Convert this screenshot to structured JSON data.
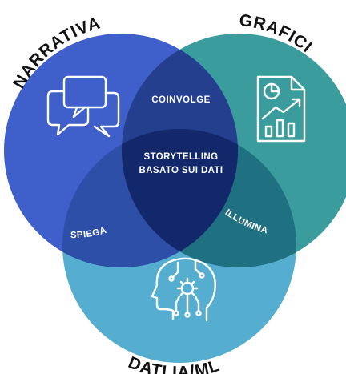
{
  "diagram": {
    "circles": {
      "narrativa": {
        "title": "NARRATIVA",
        "color": "#3f5fcb",
        "icon": "speech-bubbles-icon"
      },
      "grafici": {
        "title": "GRAFICI",
        "color": "#3a9c9c",
        "icon": "chart-document-icon"
      },
      "dati": {
        "title": "DATI IA/ML",
        "color": "#55aecf",
        "icon": "ai-head-icon"
      }
    },
    "overlaps": {
      "narrativa_grafici": {
        "label": "COINVOLGE",
        "color": "#243f8e"
      },
      "narrativa_dati": {
        "label": "SPIEGA",
        "color": "#2e4fa8"
      },
      "grafici_dati": {
        "label": "ILLUMINA",
        "color": "#1f7081"
      },
      "center": {
        "line1": "STORYTELLING",
        "line2": "BASATO SUI DATI",
        "color": "#13286b"
      }
    }
  }
}
